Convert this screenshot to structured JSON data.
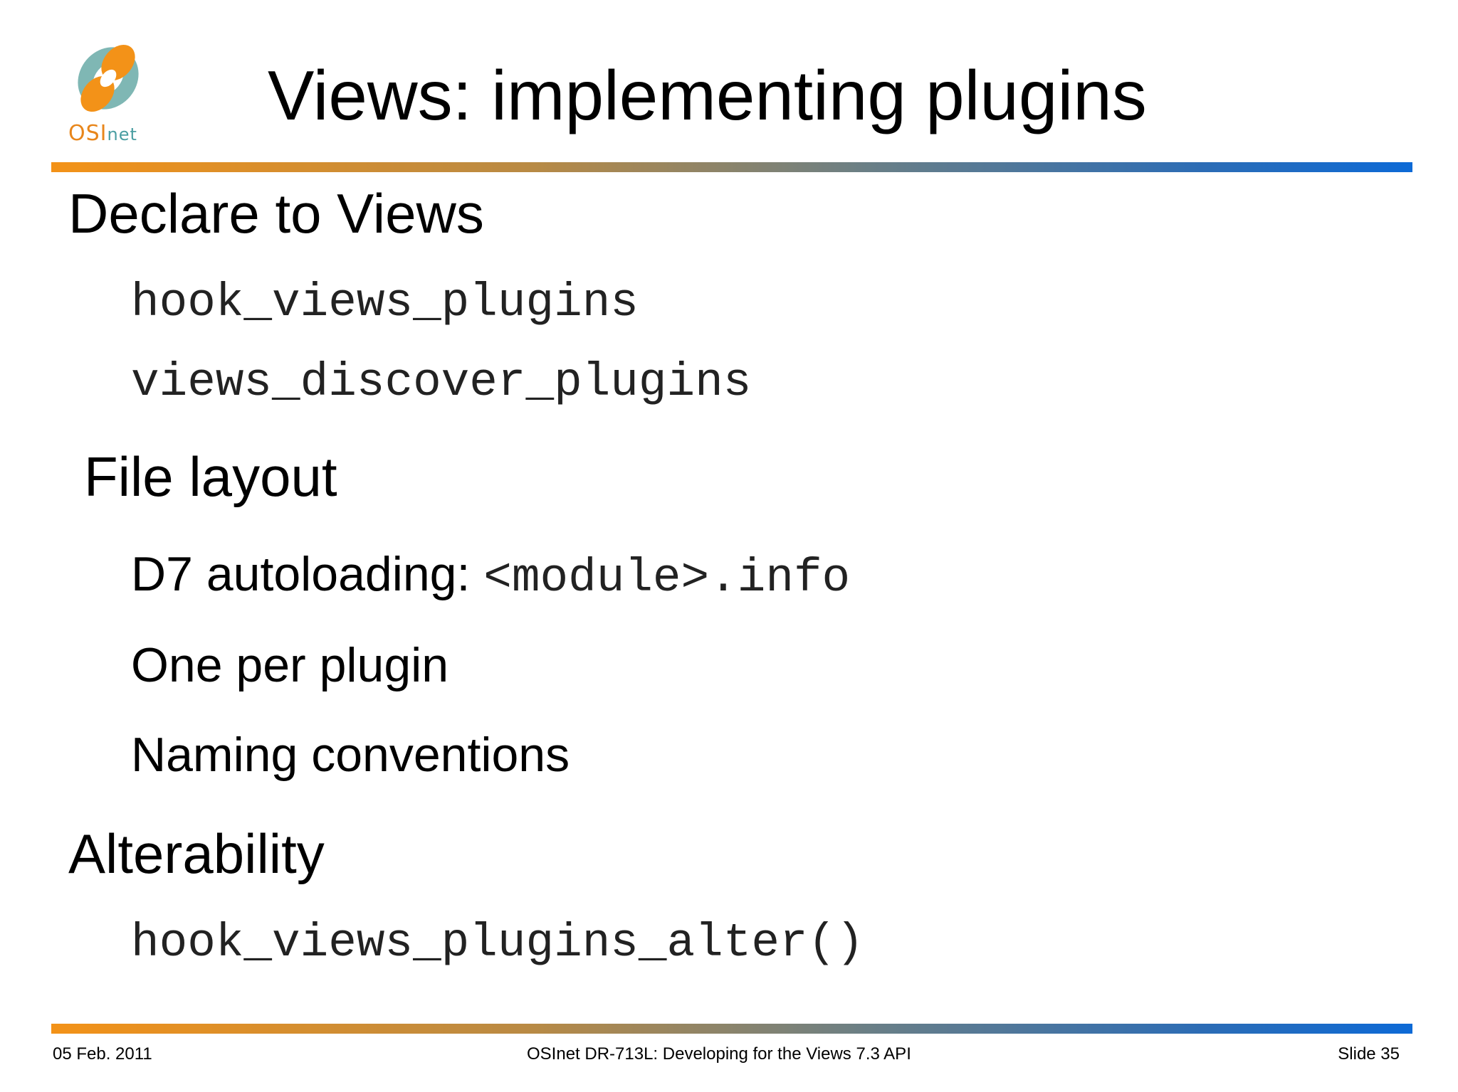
{
  "logo": {
    "brand_osi": "OSI",
    "brand_net": "net",
    "colors": {
      "orange": "#f39218",
      "teal": "#7fb7b4"
    }
  },
  "title": "Views: implementing plugins",
  "sections": {
    "declare": {
      "heading": "Declare to Views",
      "items": [
        "hook_views_plugins",
        "views_discover_plugins"
      ]
    },
    "file_layout": {
      "heading": "File layout",
      "autoload_label": "D7 autoloading:",
      "autoload_code": "<module>.info",
      "one_per_plugin": "One per plugin",
      "naming": "Naming conventions"
    },
    "alterability": {
      "heading": "Alterability",
      "code": "hook_views_plugins_alter()"
    }
  },
  "footer": {
    "date": "05 Feb. 2011",
    "course": "OSInet DR-713L: Developing for the Views 7.3 API",
    "slide": "Slide 35"
  },
  "colors": {
    "rule_start": "#f39218",
    "rule_end": "#0d6ad6"
  }
}
